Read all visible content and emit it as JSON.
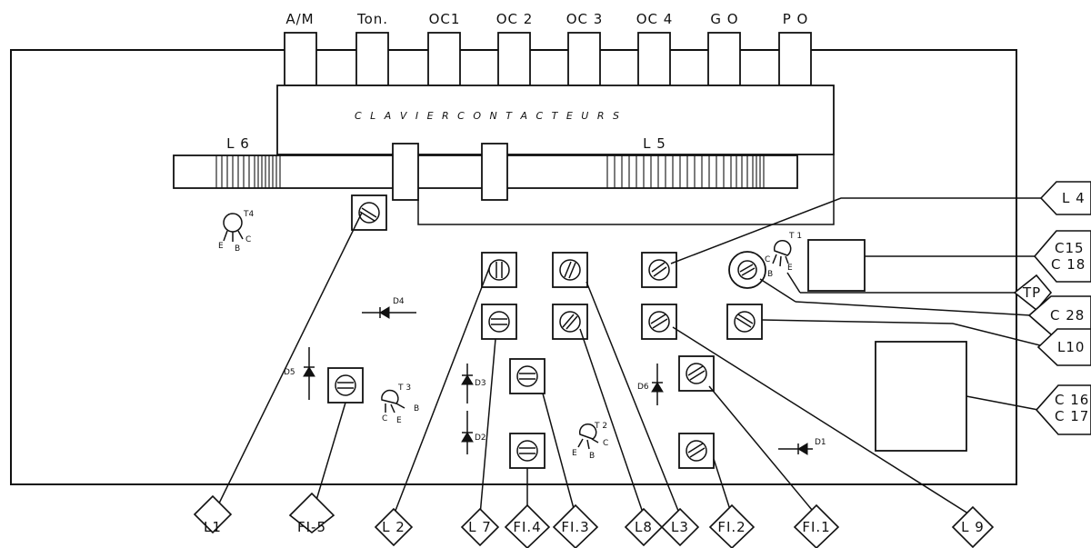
{
  "keys": [
    "A/M",
    "Ton.",
    "OC1",
    "OC 2",
    "OC 3",
    "OC 4",
    "G O",
    "P O"
  ],
  "keyboard_label": "C L A V I E R     C O N T A C T E U R S",
  "bar_labels": {
    "l6": "L 6",
    "l5": "L 5"
  },
  "transistors": {
    "t1": {
      "name": "T 1",
      "pins": [
        "C",
        "B",
        "E"
      ]
    },
    "t2": {
      "name": "T 2",
      "pins": [
        "E",
        "B",
        "C"
      ]
    },
    "t3": {
      "name": "T 3",
      "pins": [
        "C",
        "E",
        "B"
      ]
    },
    "t4": {
      "name": "T4",
      "pins": [
        "E",
        "B",
        "C"
      ]
    }
  },
  "diodes": {
    "d1": "D1",
    "d2": "D2",
    "d3": "D3",
    "d4": "D4",
    "d5": "D5",
    "d6": "D6"
  },
  "callouts_right": {
    "l4": "L 4",
    "c15": "C15",
    "c18": "C 18",
    "tp": "TP",
    "c28": "C 28",
    "l10": "L10",
    "c16": "C 16",
    "c17": "C 17"
  },
  "callouts_bottom": {
    "l1": "L1",
    "fi5": "FI-5",
    "l2": "L 2",
    "l7": "L 7",
    "fi4": "FI.4",
    "fi3": "FI.3",
    "l8": "L8",
    "l3": "L3",
    "fi2": "FI.2",
    "fi1": "FI.1",
    "l9": "L 9"
  }
}
